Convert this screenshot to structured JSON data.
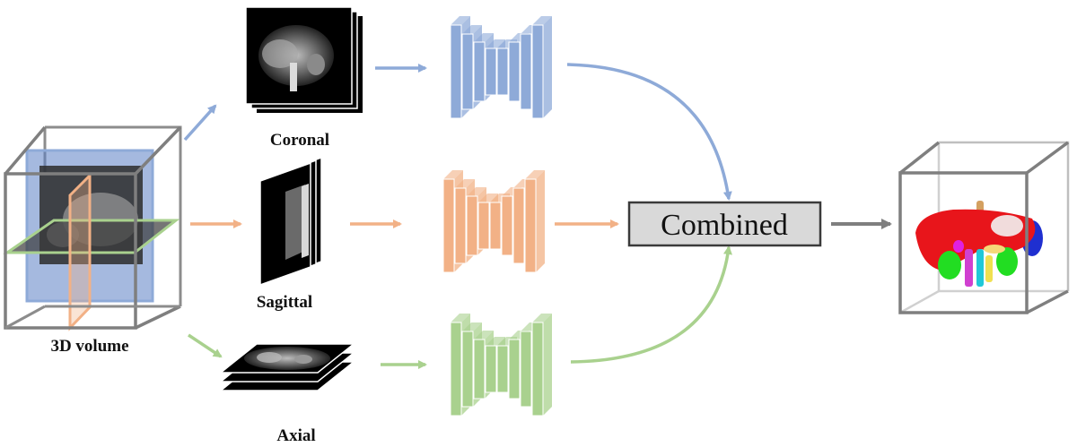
{
  "labels": {
    "volume": "3D volume",
    "coronal": "Coronal",
    "sagittal": "Sagittal",
    "axial": "Axial",
    "combined": "Combined"
  },
  "colors": {
    "coronal": "#8eaad8",
    "sagittal": "#f2b186",
    "axial": "#a9d18e",
    "output": "#7f7f7f",
    "combined_fill": "#d9d9d9"
  }
}
